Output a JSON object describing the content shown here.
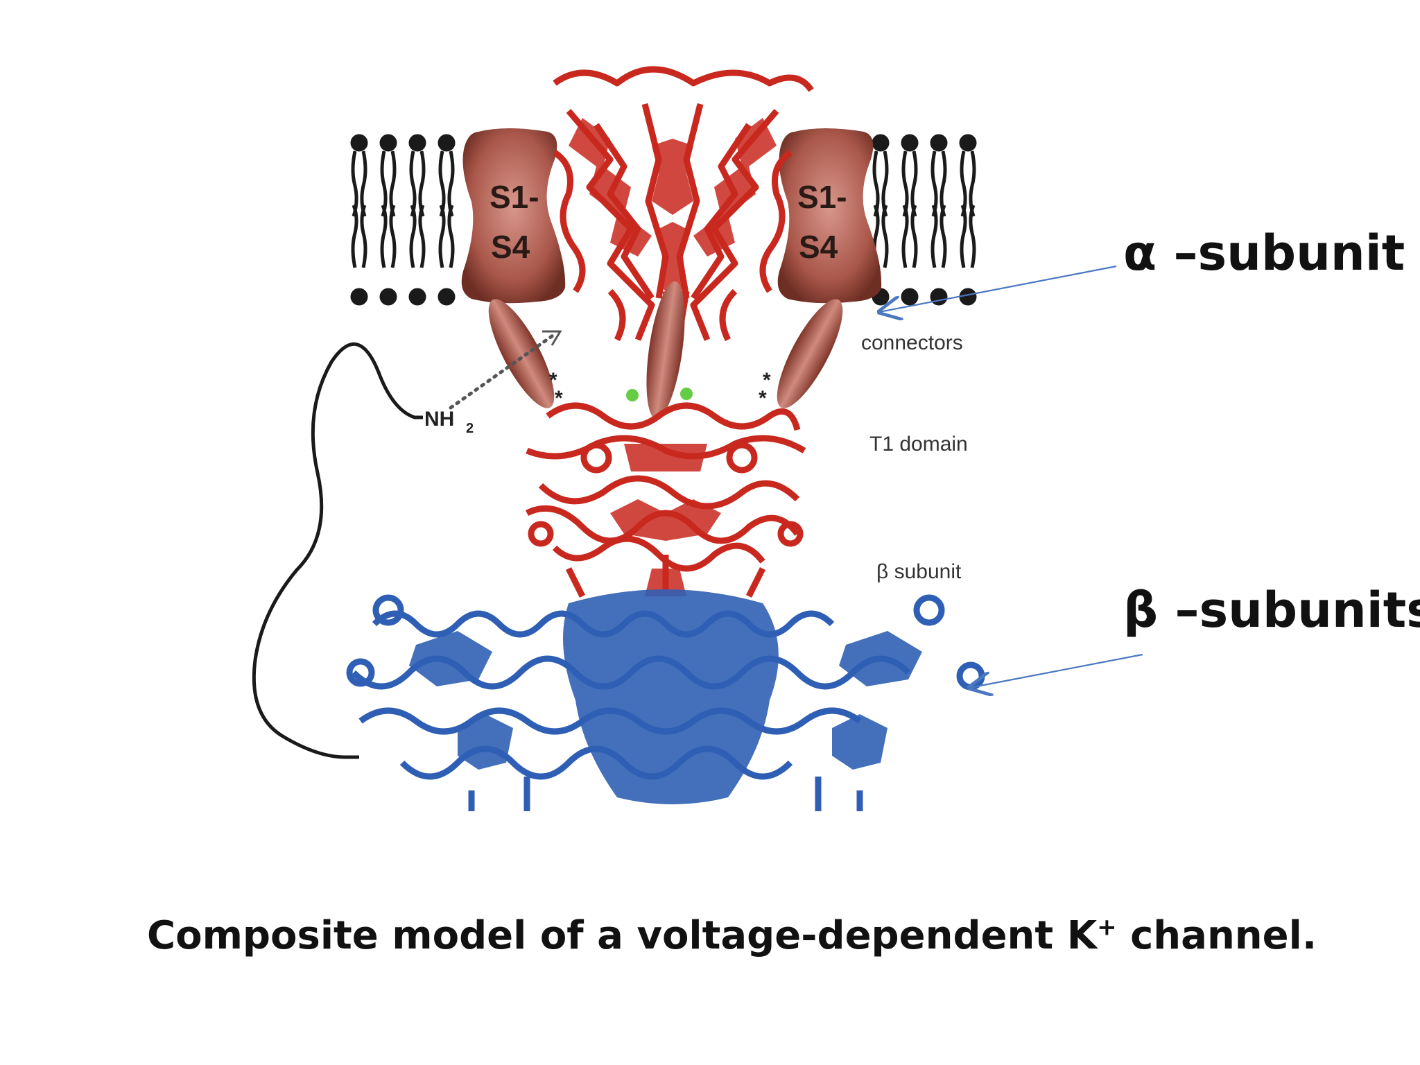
{
  "callouts": {
    "alpha": "α –subunit",
    "beta": "β –subunits"
  },
  "caption": {
    "text": "Composite model of a voltage-dependent K",
    "superscript": "+",
    "suffix": " channel."
  },
  "figure": {
    "vsd_left": {
      "line1": "S1-",
      "line2": "S4"
    },
    "vsd_right": {
      "line1": "S1-",
      "line2": "S4"
    },
    "labels": {
      "connectors": "connectors",
      "t1_domain": "T1 domain",
      "beta_subunit": "β subunit",
      "nh2": "NH",
      "nh2_sub": "2",
      "star": "*"
    }
  },
  "colors": {
    "alpha_protein": "#c8281e",
    "beta_protein": "#2f5fb4",
    "vsd_fill": "#a9574a",
    "lipid": "#1a1a1a",
    "arrow": "#4a78c0",
    "highlight_green": "#66cc44",
    "text": "#111111"
  }
}
